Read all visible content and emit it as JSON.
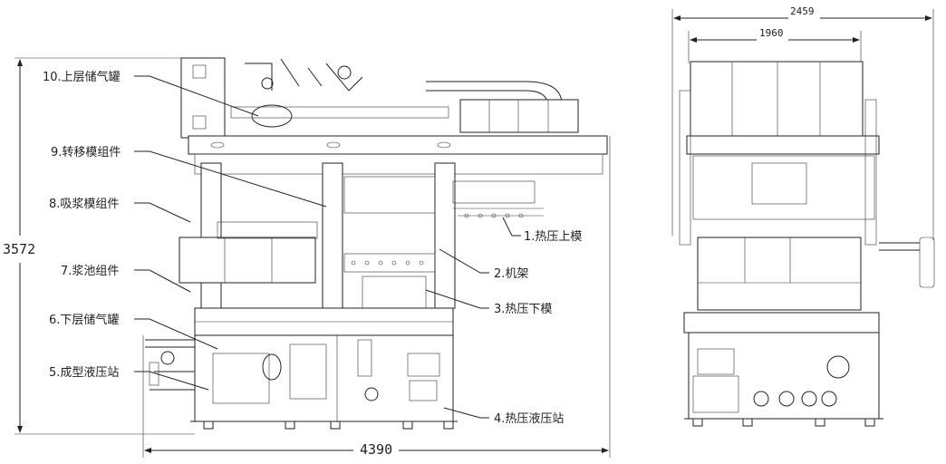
{
  "drawing": {
    "front_view": {
      "left_labels": [
        {
          "text": "10.上层储气罐"
        },
        {
          "text": "9.转移模组件"
        },
        {
          "text": "8.吸浆模组件"
        },
        {
          "text": "7.浆池组件"
        },
        {
          "text": "6.下层储气罐"
        },
        {
          "text": "5.成型液压站"
        }
      ],
      "right_labels": [
        {
          "text": "1.热压上模"
        },
        {
          "text": "2.机架"
        },
        {
          "text": "3.热压下模"
        },
        {
          "text": "4.热压液压站"
        }
      ],
      "height_dim": "3572",
      "width_dim": "4390"
    },
    "side_view": {
      "overall_width_dim": "2459",
      "inner_width_dim": "1960"
    }
  }
}
